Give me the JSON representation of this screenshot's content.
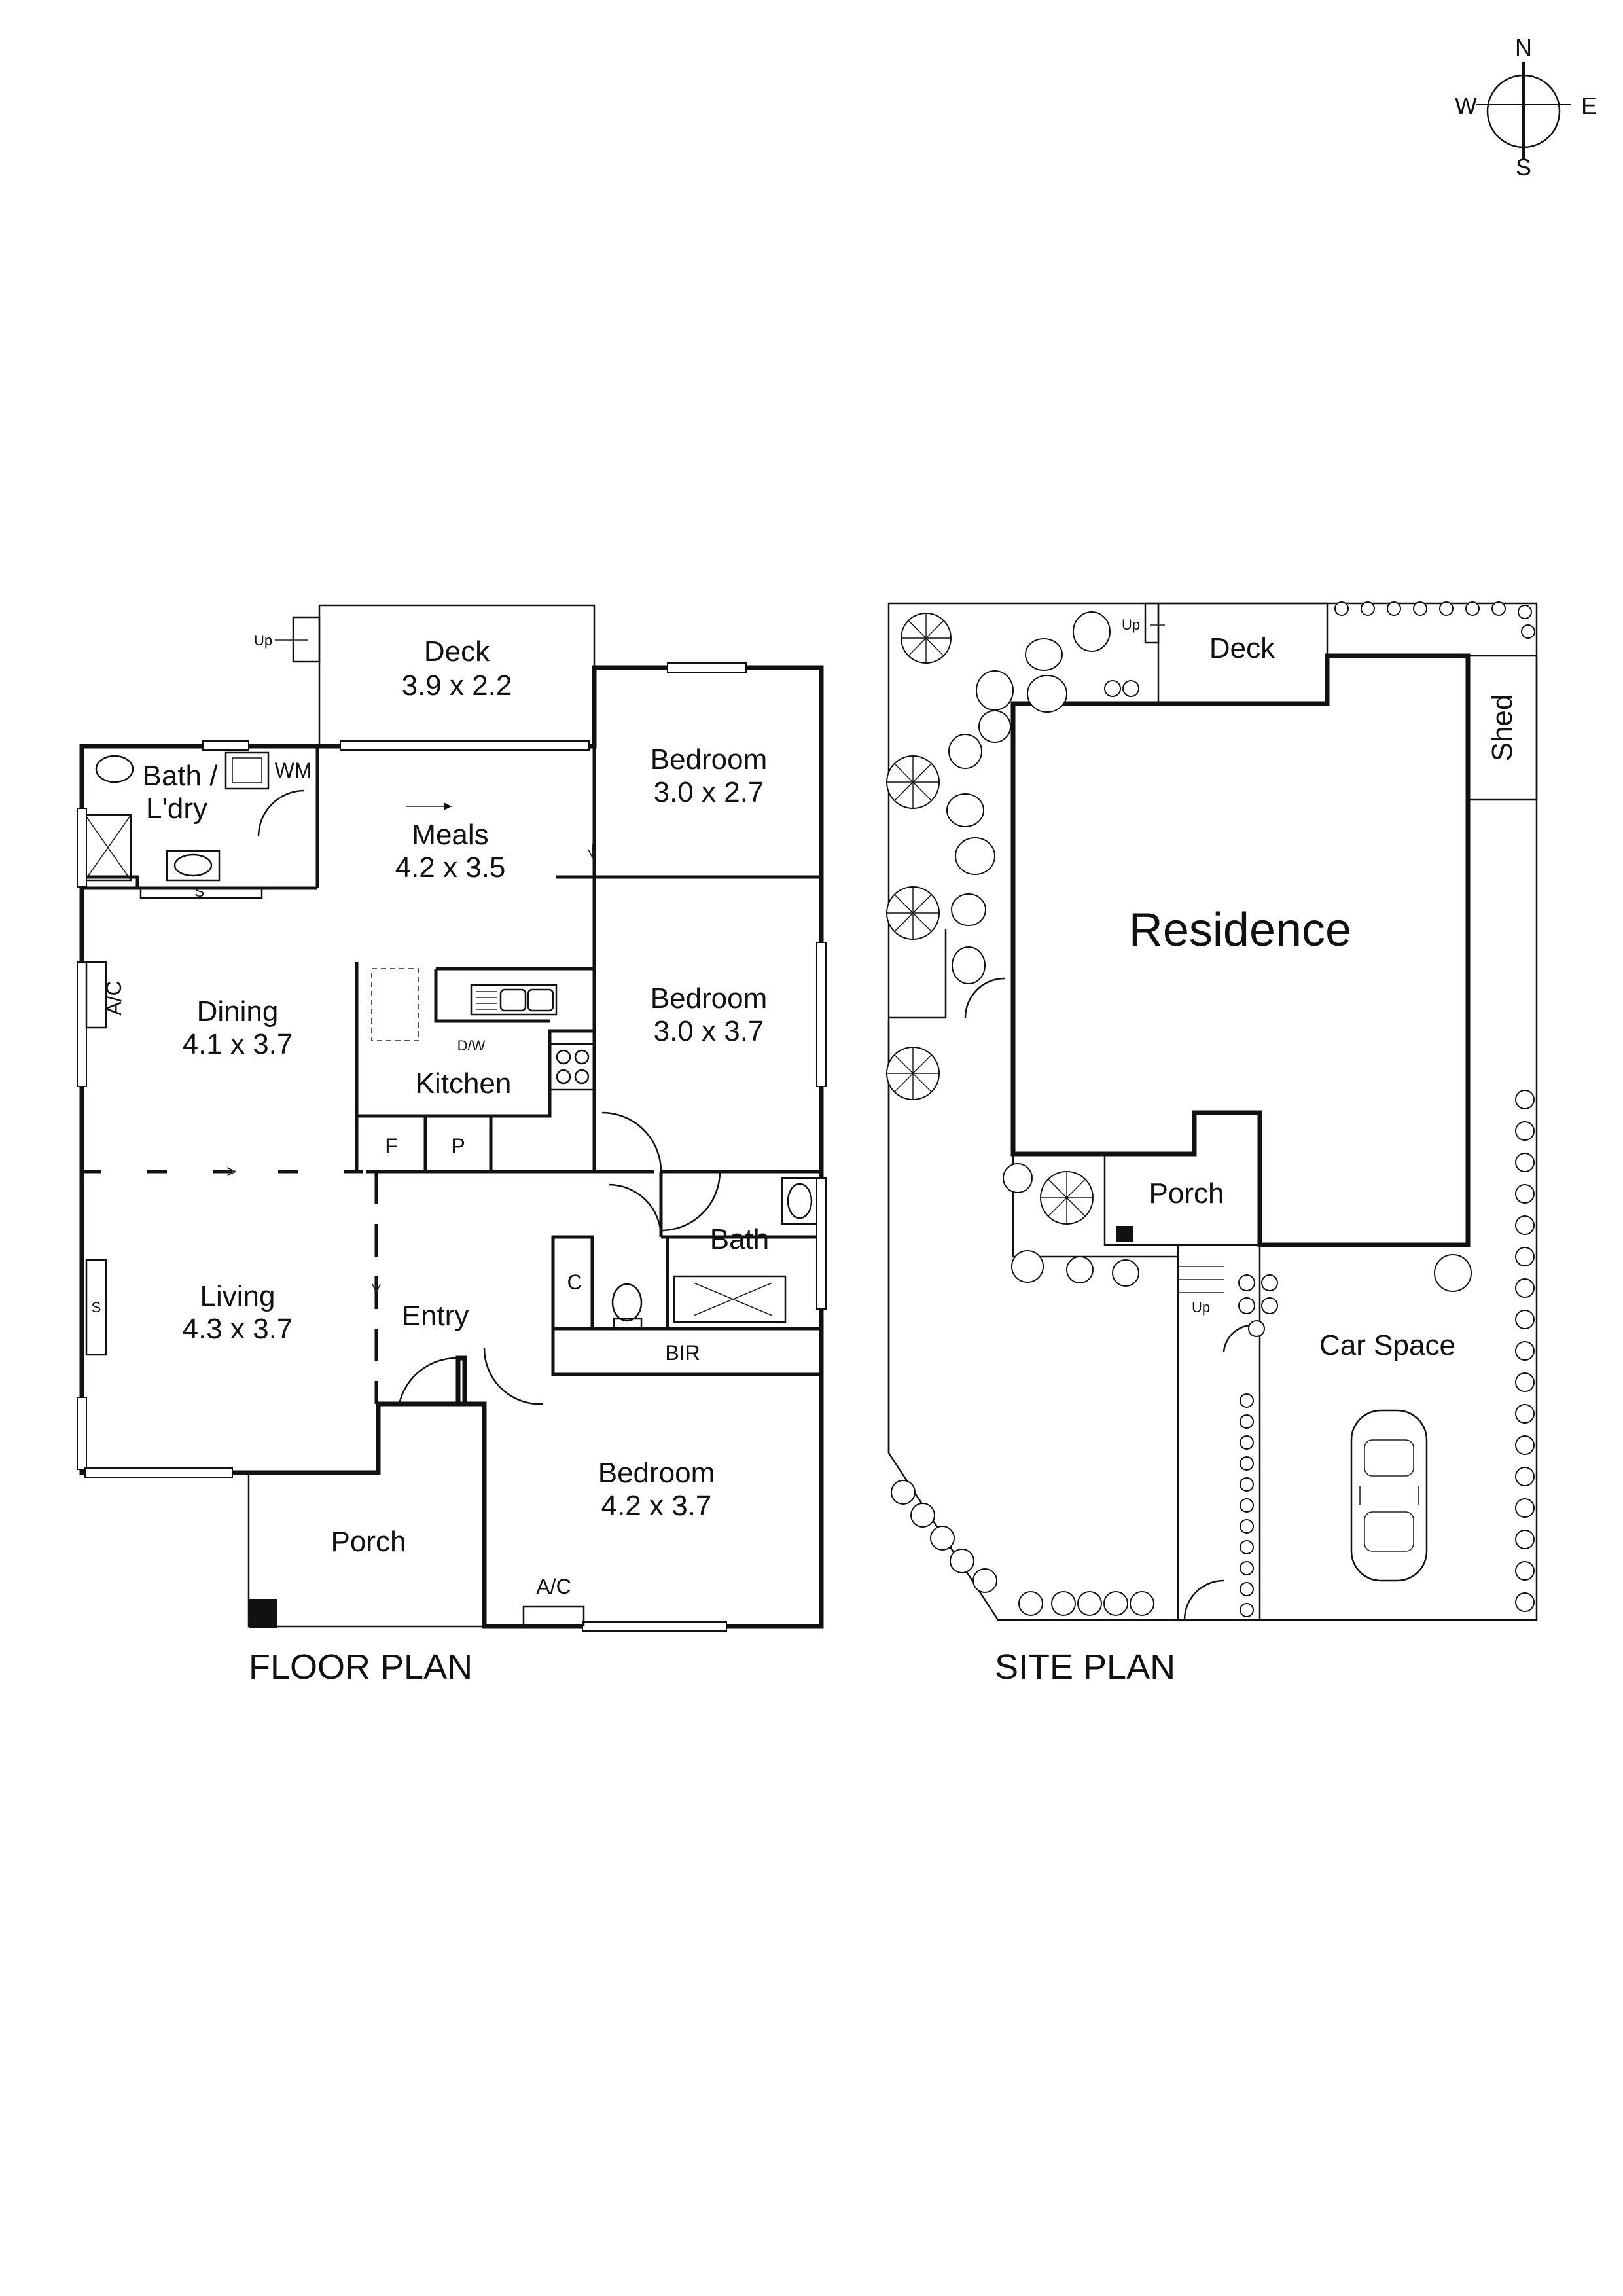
{
  "compass": {
    "north": "N",
    "south": "S",
    "east": "E",
    "west": "W"
  },
  "floor_plan": {
    "title": "FLOOR PLAN",
    "rooms": {
      "deck": {
        "name": "Deck",
        "size": "3.9 x 2.2"
      },
      "bedroom_top": {
        "name": "Bedroom",
        "size": "3.0 x 2.7"
      },
      "bath_laundry": {
        "name_line1": "Bath /",
        "name_line2": "L'dry"
      },
      "meals": {
        "name": "Meals",
        "size": "4.2 x 3.5"
      },
      "dining": {
        "name": "Dining",
        "size": "4.1 x 3.7"
      },
      "kitchen": {
        "name": "Kitchen"
      },
      "bedroom_mid": {
        "name": "Bedroom",
        "size": "3.0 x 3.7"
      },
      "bath": {
        "name": "Bath"
      },
      "living": {
        "name": "Living",
        "size": "4.3 x 3.7"
      },
      "entry": {
        "name": "Entry"
      },
      "bedroom_bottom": {
        "name": "Bedroom",
        "size": "4.2 x 3.7"
      },
      "porch": {
        "name": "Porch"
      }
    },
    "fixtures": {
      "up": "Up",
      "wm": "WM",
      "sink_s": "S",
      "ac_dining": "A/C",
      "dw": "D/W",
      "fridge": "F",
      "pantry": "P",
      "cupboard": "C",
      "bir": "BIR",
      "living_s": "S",
      "ac_bedroom": "A/C"
    }
  },
  "site_plan": {
    "title": "SITE PLAN",
    "labels": {
      "deck": "Deck",
      "up_deck": "Up",
      "shed": "Shed",
      "residence": "Residence",
      "porch": "Porch",
      "up_porch": "Up",
      "car_space": "Car Space"
    }
  }
}
